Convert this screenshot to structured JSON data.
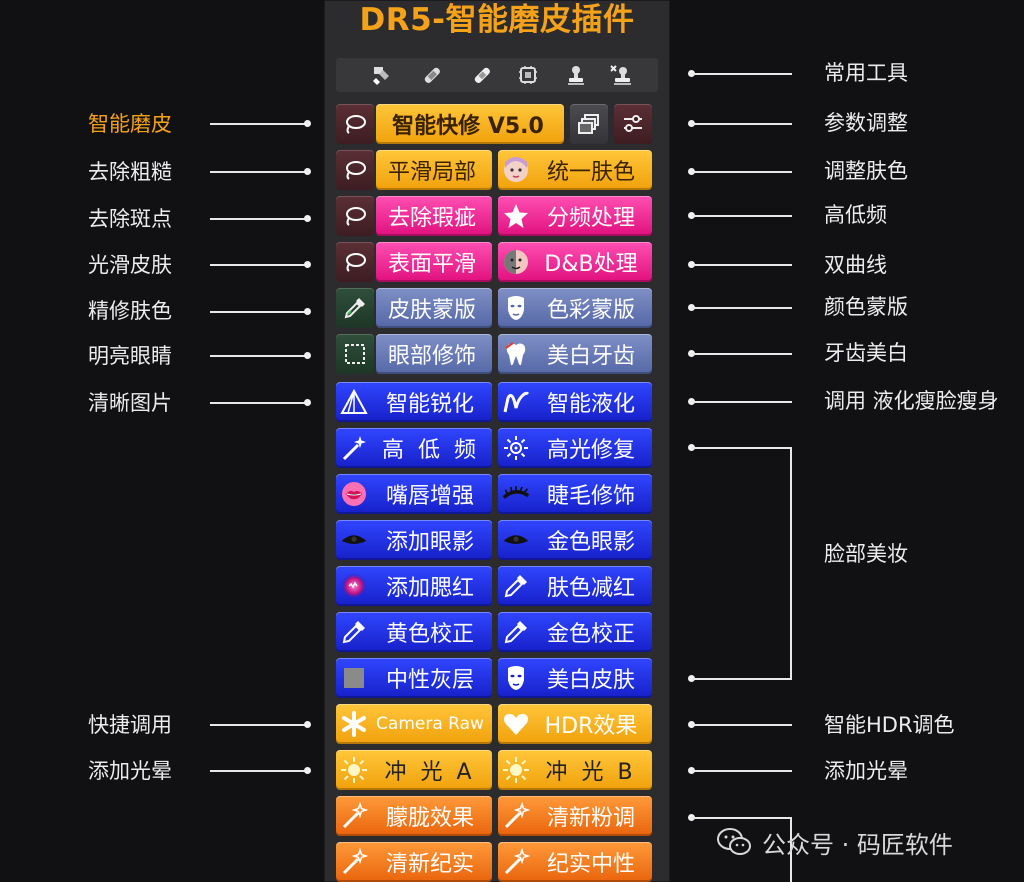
{
  "panel": {
    "title": "DR5-智能磨皮插件",
    "toolbar_icons": [
      "brush-icon",
      "bandage-icon",
      "bandage-icon",
      "chip-icon",
      "stamp-icon",
      "stamp-heal-icon"
    ],
    "buttons": {
      "smart_fix": "智能快修 V5.0",
      "smooth_local": "平滑局部",
      "unify_skin": "统一肤色",
      "remove_blemish": "去除瑕疵",
      "freq_sep": "分频处理",
      "surface_smooth": "表面平滑",
      "db_process": "D&B处理",
      "skin_mask": "皮肤蒙版",
      "color_mask": "色彩蒙版",
      "eye_retouch": "眼部修饰",
      "teeth_white": "美白牙齿",
      "smart_sharpen": "智能锐化",
      "smart_liquify": "智能液化",
      "high_low_freq": "高低频",
      "highlight_fix": "高光修复",
      "lip_enhance": "嘴唇增强",
      "eyelash": "睫毛修饰",
      "add_eyeshadow": "添加眼影",
      "gold_eyeshadow": "金色眼影",
      "add_blush": "添加腮红",
      "skin_reduce_red": "肤色减红",
      "yellow_correct": "黄色校正",
      "gold_correct": "金色校正",
      "neutral_gray": "中性灰层",
      "white_skin": "美白皮肤",
      "camera_raw": "Camera Raw",
      "hdr_effect": "HDR效果",
      "halo_a": "冲光A",
      "halo_b": "冲光B",
      "hazy": "朦胧效果",
      "fresh_pink": "清新粉调",
      "fresh_doc": "清新纪实",
      "doc_neutral": "纪实中性"
    }
  },
  "left_labels": {
    "smart_dermabrasion": "智能磨皮",
    "remove_rough": "去除粗糙",
    "remove_spots": "去除斑点",
    "smooth_skin": "光滑皮肤",
    "refine_skin_color": "精修肤色",
    "bright_eyes": "明亮眼睛",
    "clear_image": "清晰图片",
    "quick_call": "快捷调用",
    "add_halo": "添加光晕"
  },
  "right_labels": {
    "common_tools": "常用工具",
    "param_adjust": "参数调整",
    "adjust_skin": "调整肤色",
    "high_low_freq": "高低频",
    "dual_curve": "双曲线",
    "color_mask": "颜色蒙版",
    "teeth_white": "牙齿美白",
    "liquify": "调用 液化瘦脸瘦身",
    "face_makeup": "脸部美妆",
    "smart_hdr": "智能HDR调色",
    "add_halo": "添加光晕"
  },
  "watermark": "公众号 · 码匠软件",
  "colors": {
    "accent": "#f5a21b",
    "pink": "#e0107e",
    "blue": "#1620c8",
    "slate": "#5568a6",
    "orange": "#e9640c"
  }
}
